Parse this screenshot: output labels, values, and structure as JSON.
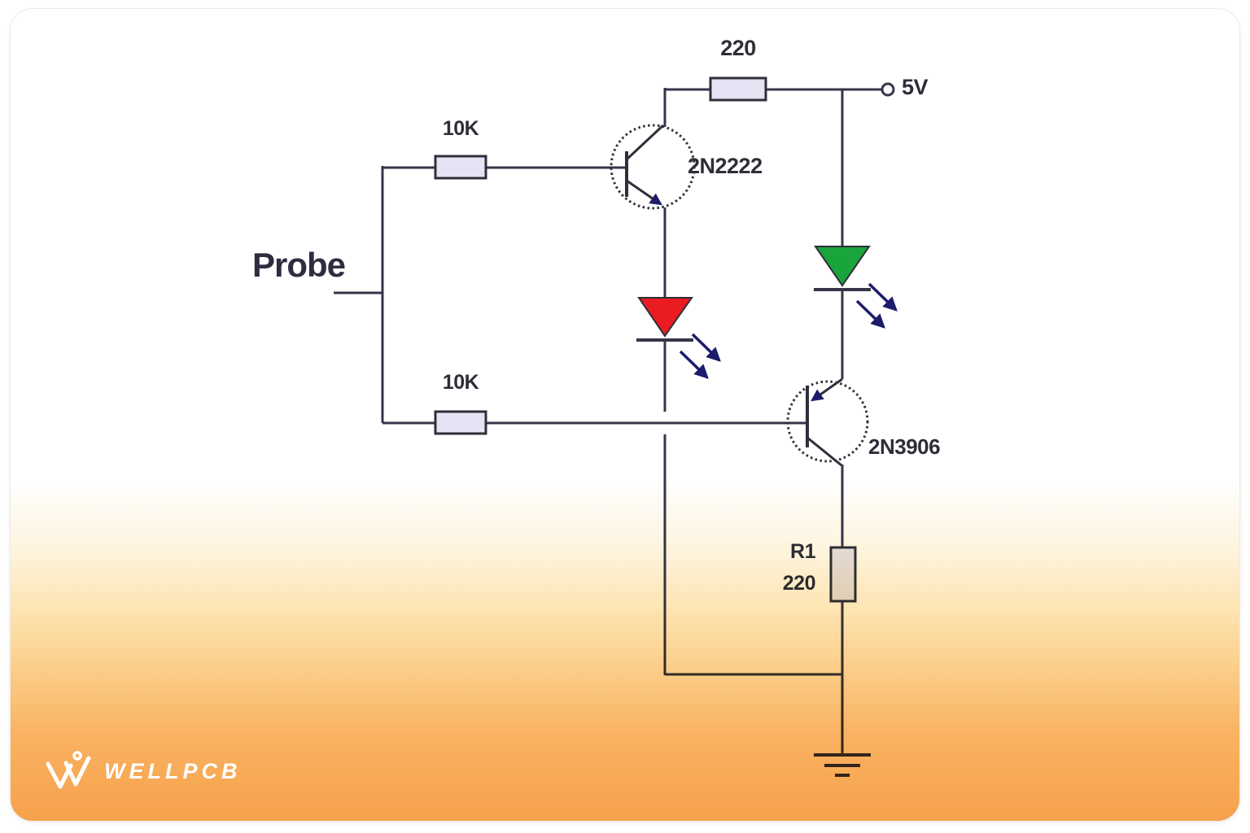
{
  "brand": {
    "logo_text": "WELLPCB"
  },
  "schematic": {
    "labels": {
      "probe": "Probe",
      "top_resistor_value": "220",
      "supply": "5V",
      "npn_base_resistor": "10K",
      "pnp_base_resistor": "10K",
      "npn_transistor": "2N2222",
      "pnp_transistor": "2N3906",
      "r1_name": "R1",
      "r1_value": "220"
    },
    "colors": {
      "wire": "#35354a",
      "component_stroke": "#2f2f3a",
      "resistor_fill": "#e4e4f4",
      "led_red": "#ea1c21",
      "led_green": "#1aa53c",
      "arrow_navy": "#1c1c6b",
      "background_orange": "#f6a14b",
      "card_white": "#ffffff"
    }
  }
}
